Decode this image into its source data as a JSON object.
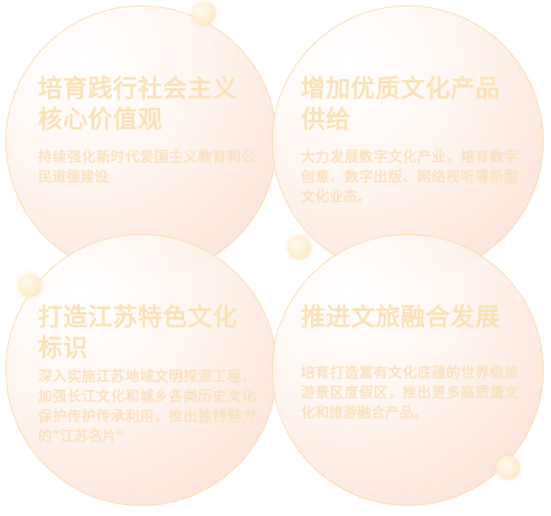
{
  "cards": [
    {
      "title": "培育践行社会主义核心价值观",
      "desc": "持续强化新时代爱国主义教育和公民道德建设"
    },
    {
      "title": "增加优质文化产品供给",
      "desc": "大力发展数字文化产业，培育数字创意、数字出版、网络视听等新型文化业态。"
    },
    {
      "title": "打造江苏特色文化标识",
      "desc": "深入实施江苏地域文明探源工程，加强长江文化和城乡各类历史文化保护传护传承利用，推出独特魅力的“江苏名片”"
    },
    {
      "title": "推进文旅融合发展",
      "desc": "培育打造富有文化底蕴的世界级旅游景区度假区，推出更多高质量文化和旅游融合产品。"
    }
  ],
  "colors": {
    "title": "#fbe3b8",
    "text": "#fbe2c0",
    "circle_border": "#f6dda8",
    "circle_fill": "#fde4da"
  }
}
